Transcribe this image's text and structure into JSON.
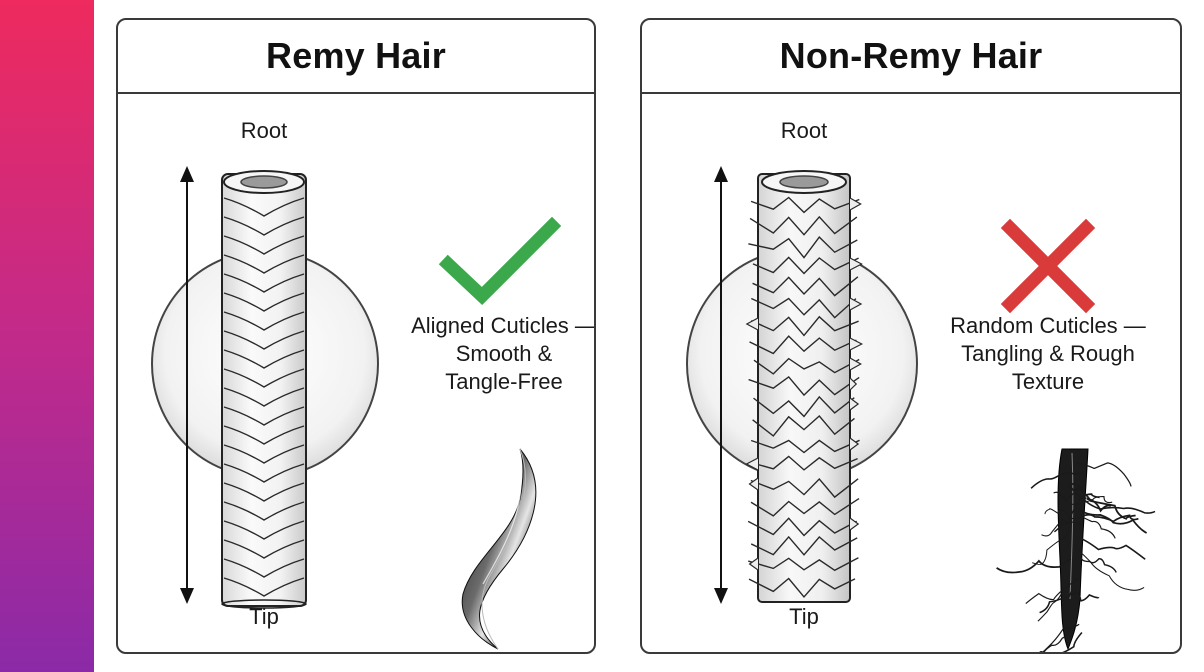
{
  "remy": {
    "title": "Remy Hair",
    "root_label": "Root",
    "tip_label": "Tip",
    "caption_lines": [
      "Aligned Cuticles —",
      "Smooth &",
      "Tangle-Free"
    ],
    "status_icon": "check-icon",
    "status_color": "#3aa84b"
  },
  "non_remy": {
    "title": "Non-Remy Hair",
    "root_label": "Root",
    "tip_label": "Tip",
    "caption_lines": [
      "Random Cuticles —",
      "Tangling & Rough",
      "Texture"
    ],
    "status_icon": "cross-icon",
    "status_color": "#d93a3a"
  },
  "colors": {
    "accent_top": "#ee2a5e",
    "accent_bottom": "#8b2aa7"
  }
}
